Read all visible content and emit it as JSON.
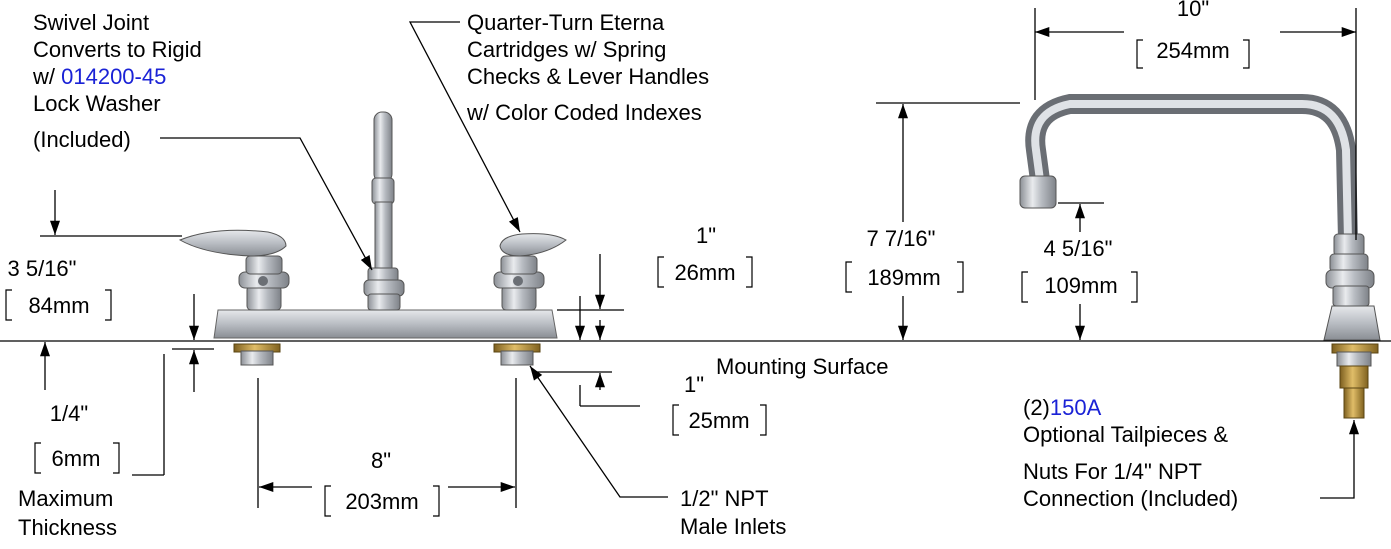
{
  "callouts": {
    "swivel": {
      "line1": "Swivel Joint",
      "line2": "Converts to Rigid",
      "line3_prefix": "w/ ",
      "line3_link": "014200-45",
      "line4": "Lock Washer",
      "line5": "(Included)"
    },
    "cartridges": {
      "line1": "Quarter-Turn Eterna",
      "line2": "Cartridges w/ Spring",
      "line3": "Checks & Lever Handles",
      "line4": "w/ Color Coded Indexes"
    },
    "mounting_surface": "Mounting Surface",
    "inlets": {
      "line1": "1/2\" NPT",
      "line2": "Male Inlets"
    },
    "tailpieces": {
      "line1_prefix": "(2)",
      "line1_link": "150A",
      "line2": "Optional Tailpieces &",
      "line3": "Nuts For 1/4\" NPT",
      "line4": "Connection (Included)"
    },
    "thickness": {
      "line1": "Maximum",
      "line2": "Thickness"
    }
  },
  "dimensions": {
    "spout_reach": {
      "imperial": "10\"",
      "metric": "254mm"
    },
    "spout_height": {
      "imperial": "7 7/16\"",
      "metric": "189mm"
    },
    "spout_clearance": {
      "imperial": "4 5/16\"",
      "metric": "109mm"
    },
    "handle_height": {
      "imperial": "3 5/16\"",
      "metric": "84mm"
    },
    "body_height": {
      "imperial": "1\"",
      "metric": "26mm"
    },
    "inlet_length": {
      "imperial": "1\"",
      "metric": "25mm"
    },
    "max_thickness": {
      "imperial": "1/4\"",
      "metric": "6mm"
    },
    "centers": {
      "imperial": "8\"",
      "metric": "203mm"
    }
  },
  "colors": {
    "link": "#1a22d6",
    "metal": "#b8bcc2",
    "brass": "#b08a3a"
  }
}
